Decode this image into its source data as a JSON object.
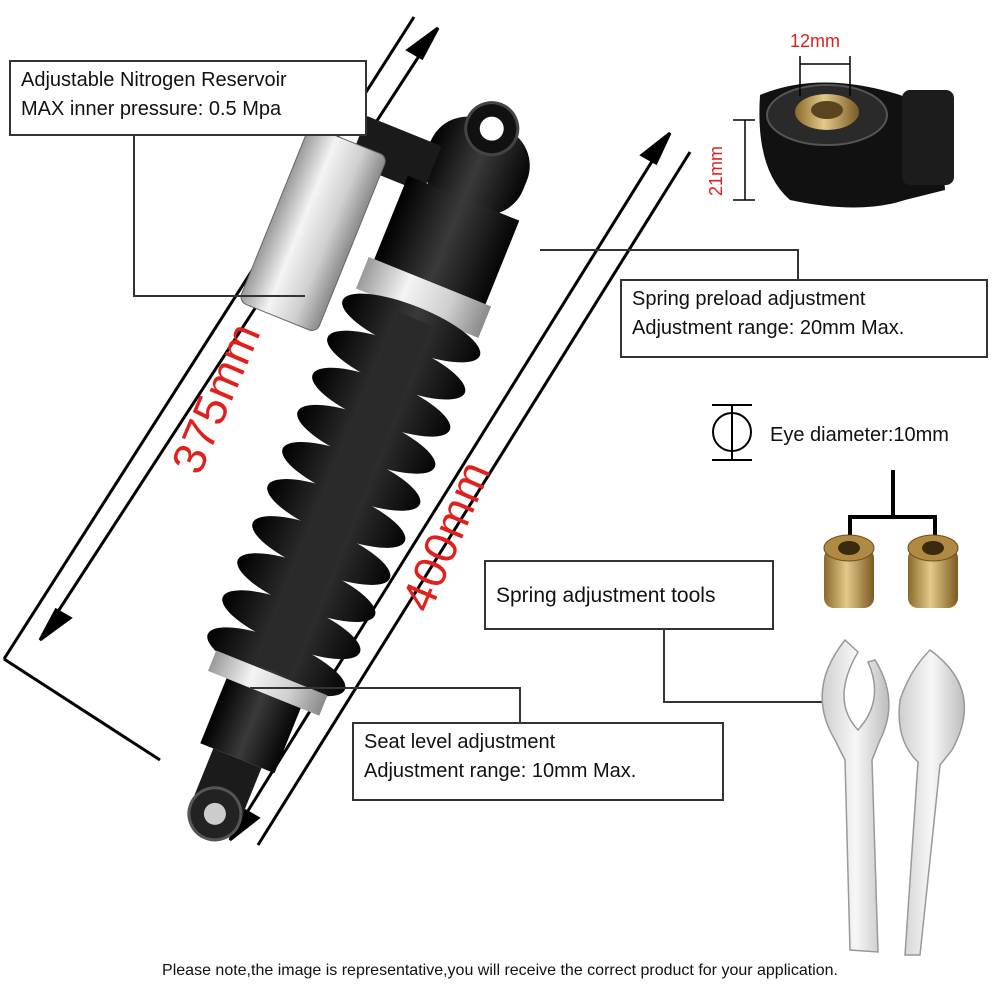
{
  "callouts": {
    "reservoir": {
      "line1": "Adjustable Nitrogen Reservoir",
      "line2": "MAX inner pressure: 0.5 Mpa"
    },
    "preload": {
      "line1": "Spring preload adjustment",
      "line2": "Adjustment range: 20mm Max."
    },
    "tools": {
      "line1": "Spring adjustment tools"
    },
    "seat": {
      "line1": "Seat level adjustment",
      "line2": "Adjustment range: 10mm Max."
    }
  },
  "dimensions": {
    "eye_to_eye": "375mm",
    "overall": "400mm",
    "mount_width": "12mm",
    "mount_height": "21mm"
  },
  "eye_diameter": "Eye diameter:10mm",
  "footnote": "Please note,the image is representative,you will receive the correct product for your application.",
  "colors": {
    "dimension_red": "#e0201c",
    "spring_black": "#111111",
    "reservoir_silver": "#d9d9d9",
    "bushing_brass": "#c9a54a"
  },
  "icons": [
    "diameter-symbol-icon"
  ]
}
